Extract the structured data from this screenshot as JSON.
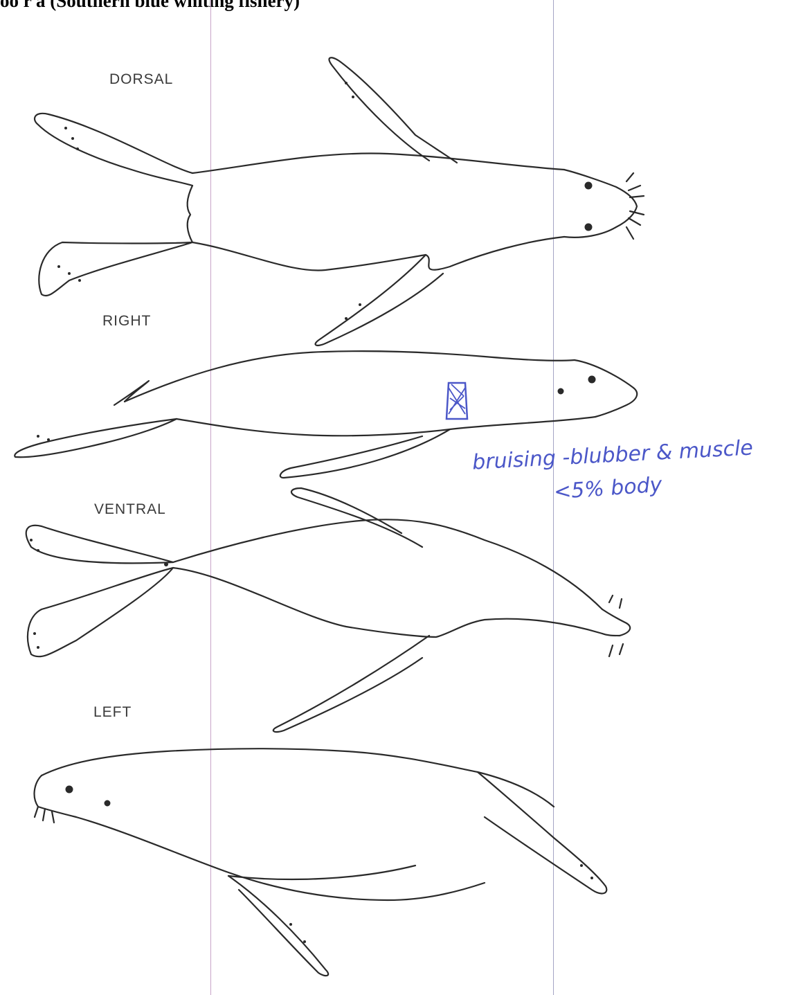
{
  "header": {
    "title": "oo r a (Southern blue whiting fishery)"
  },
  "views": {
    "dorsal": "DORSAL",
    "right": "RIGHT",
    "ventral": "VENTRAL",
    "left": "LEFT"
  },
  "annotation": {
    "line1": "bruising -blubber & muscle",
    "line2": "<5% body",
    "color": "#4b57c8"
  },
  "colors": {
    "outline": "#2a2a2a",
    "margin_left": "#c8a4c8",
    "margin_right": "#a4a4c4"
  }
}
